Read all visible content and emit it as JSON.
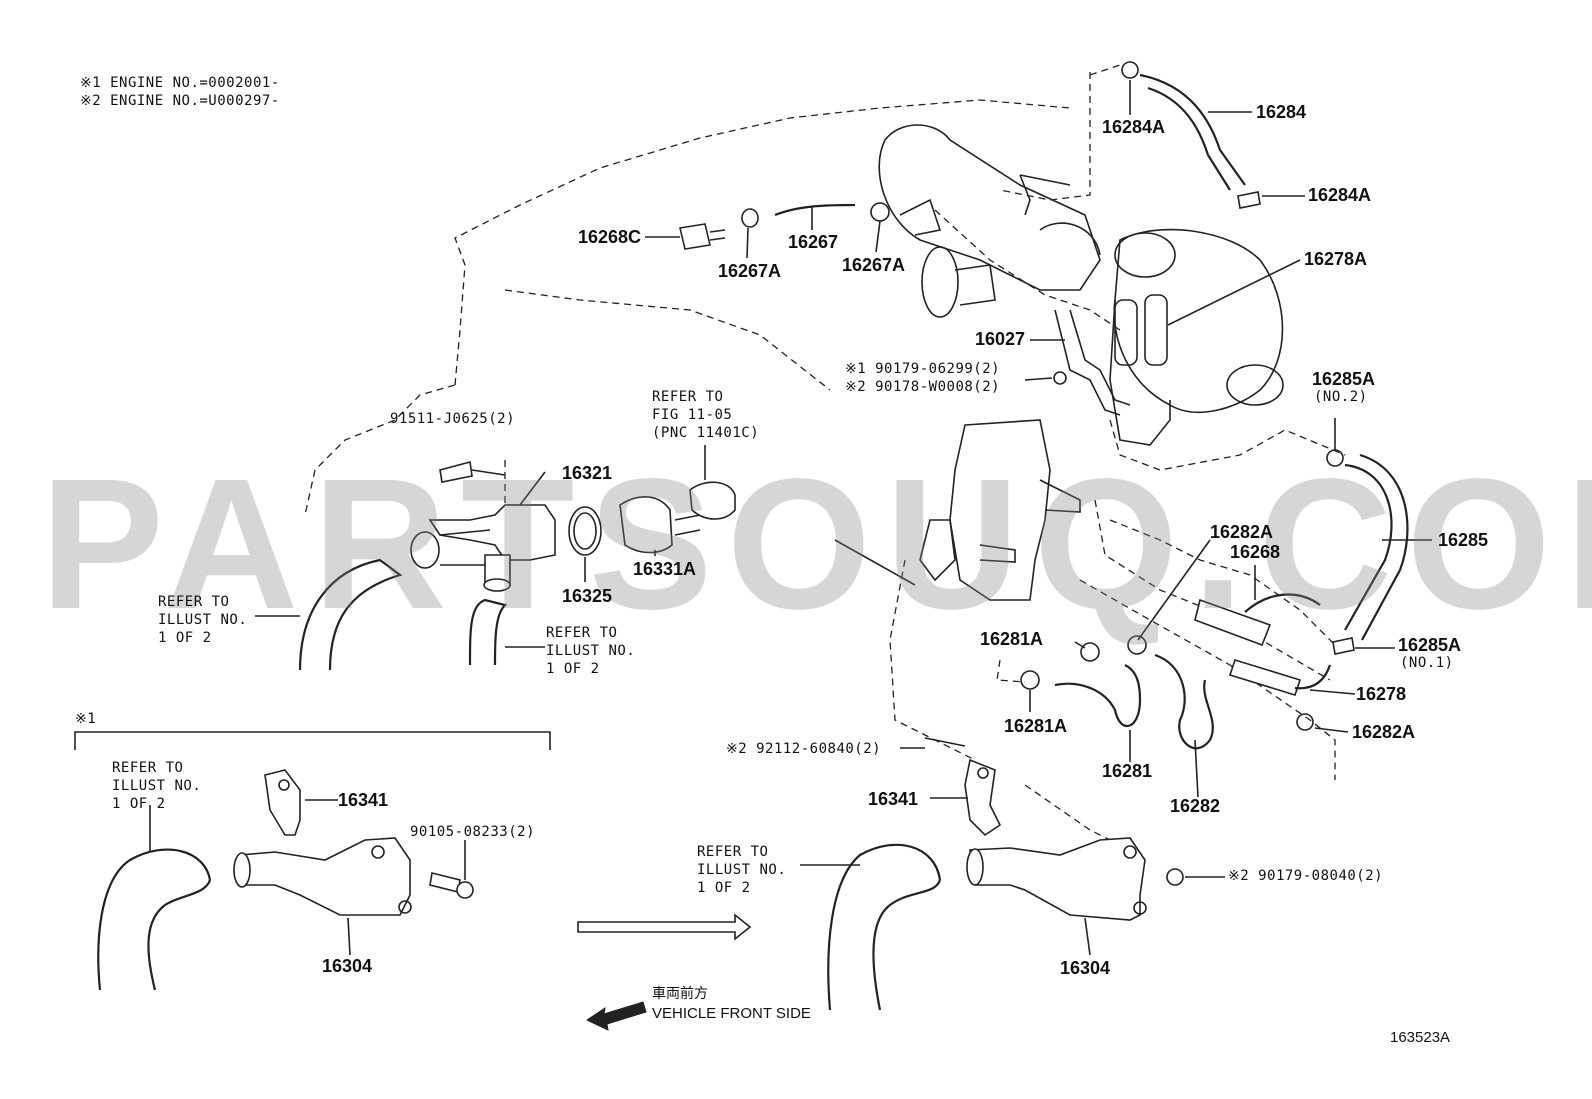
{
  "header_notes": {
    "note1": "※1 ENGINE NO.=0002001-",
    "note2": "※2 ENGINE NO.=U000297-"
  },
  "watermark": "PARTSOUQ.COM",
  "variant_label": "※1",
  "parts": {
    "p16284A_top": "16284A",
    "p16284": "16284",
    "p16284A_right": "16284A",
    "p16268C": "16268C",
    "p16267": "16267",
    "p16267A_left": "16267A",
    "p16267A_right": "16267A",
    "p16278A": "16278A",
    "p16027": "16027",
    "bolt_90179_06299": "※1 90179-06299(2)",
    "bolt_90178_W0008": "※2 90178-W0008(2)",
    "p16285A_no2": "16285A",
    "p16285A_no2_sub": "(NO.2)",
    "p16285": "16285",
    "p16285A_no1": "16285A",
    "p16285A_no1_sub": "(NO.1)",
    "p16282A_top": "16282A",
    "p16268": "16268",
    "p16278": "16278",
    "p16282A_bottom": "16282A",
    "p16281A_top": "16281A",
    "p16281A_bottom": "16281A",
    "p16281": "16281",
    "p16282": "16282",
    "bolt_91511_J0625": "91511-J0625(2)",
    "p16321": "16321",
    "p16325": "16325",
    "p16331A": "16331A",
    "refer_fig": "REFER TO\nFIG 11-05\n(PNC 11401C)",
    "refer_illust_1": "REFER TO\nILLUST NO.\n1 OF 2",
    "refer_illust_2": "REFER TO\nILLUST NO.\n1 OF 2",
    "refer_illust_3": "REFER TO\nILLUST NO.\n1 OF 2",
    "refer_illust_4": "REFER TO\nILLUST NO.\n1 OF 2",
    "p16341_left": "16341",
    "bolt_90105_08233": "90105-08233(2)",
    "p16304_left": "16304",
    "stud_92112_60840": "※2 92112-60840(2)",
    "p16341_right": "16341",
    "nut_90179_08040": "※2 90179-08040(2)",
    "p16304_right": "16304"
  },
  "front_side": {
    "jp": "車両前方",
    "en": "VEHICLE FRONT SIDE"
  },
  "diagram_id": "163523A"
}
